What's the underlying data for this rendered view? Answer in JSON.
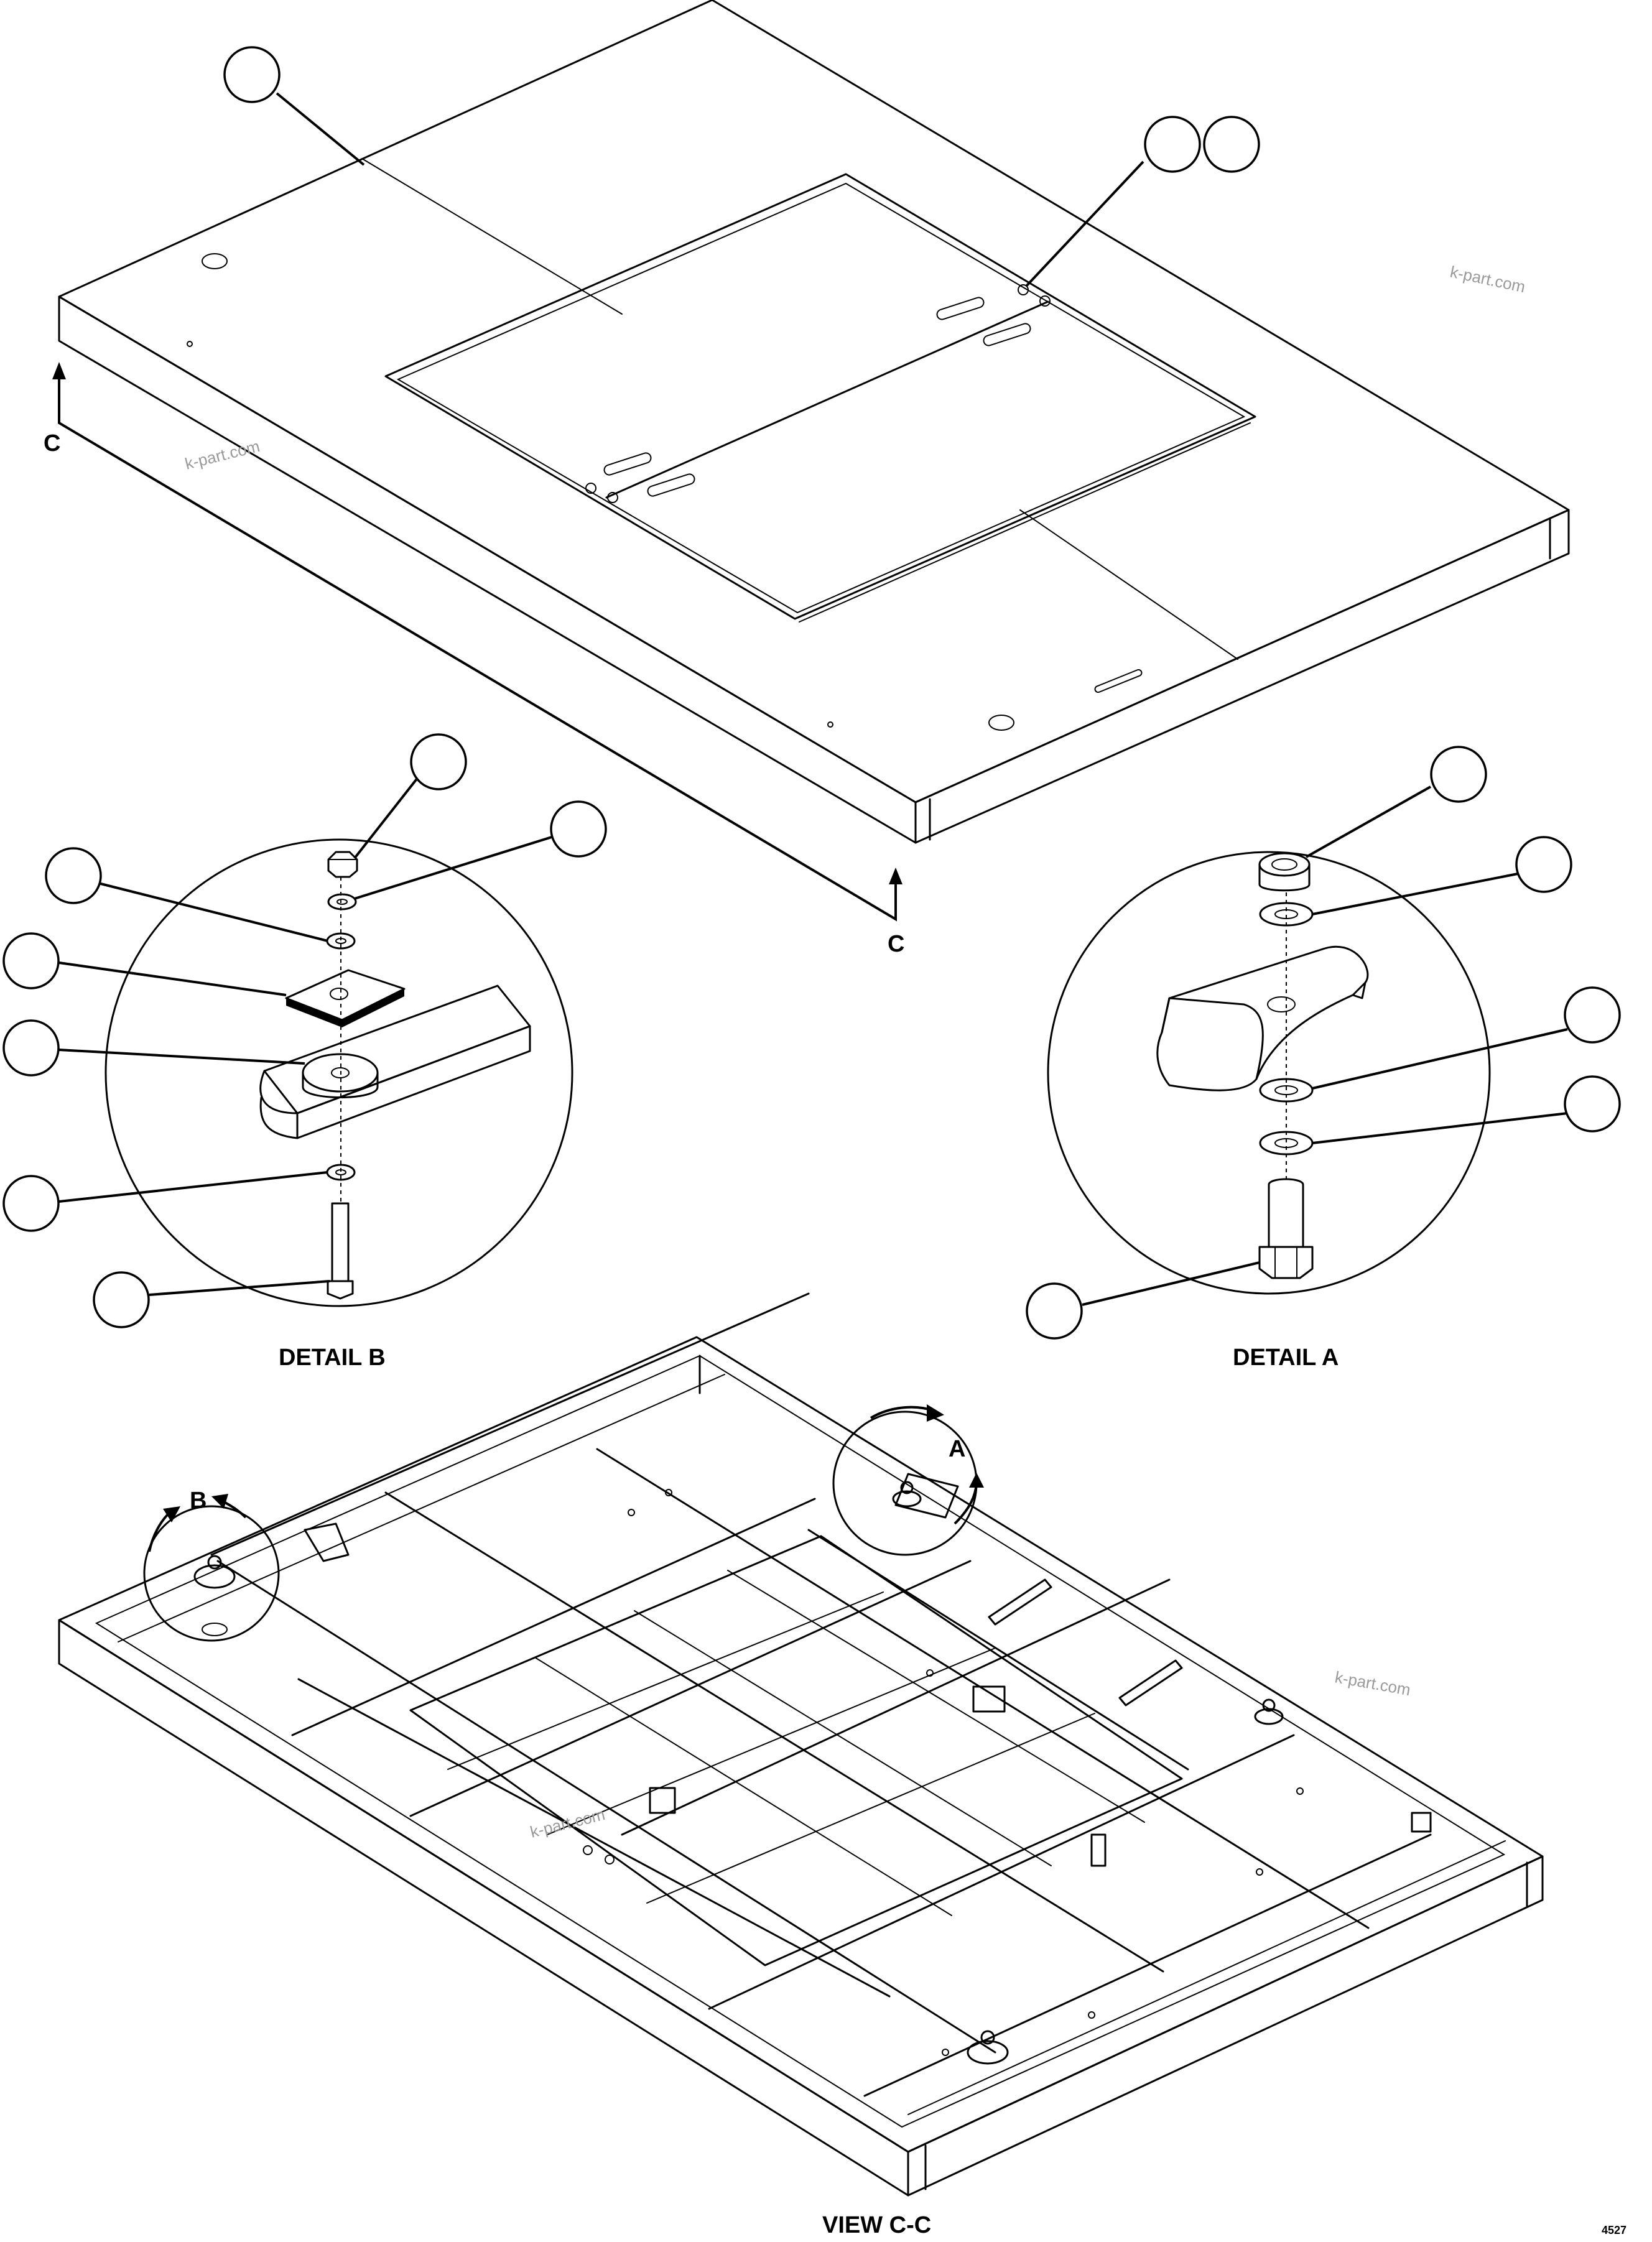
{
  "labels": {
    "section_marker": "C",
    "detail_b_title": "DETAIL B",
    "detail_a_title": "DETAIL A",
    "view_title": "VIEW C-C",
    "detail_a_ref": "A",
    "detail_b_ref": "B",
    "sheet_code": "4527"
  },
  "watermarks": [
    "k-part.com",
    "k-part.com",
    "k-part.com",
    "k-part.com"
  ],
  "callouts": {
    "top_view_count": 3,
    "detail_b_count": 7,
    "detail_a_count": 5,
    "callout_text": ""
  }
}
